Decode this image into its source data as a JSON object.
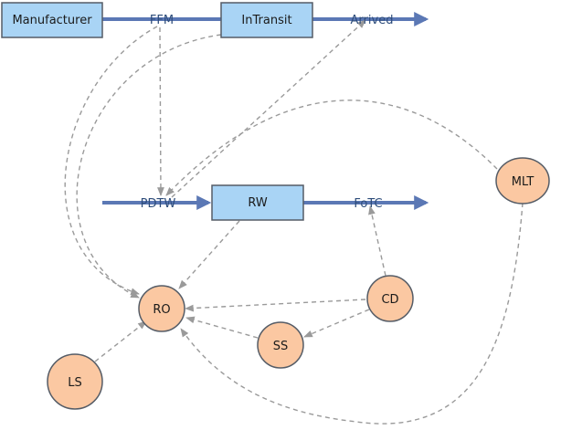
{
  "stocks": [
    {
      "id": "manufacturer",
      "label": "Manufacturer"
    },
    {
      "id": "intransit",
      "label": "InTransit"
    },
    {
      "id": "rw",
      "label": "RW"
    }
  ],
  "flows": [
    {
      "id": "ffm",
      "label": "FFM"
    },
    {
      "id": "arrived",
      "label": "Arrived"
    },
    {
      "id": "pdtw",
      "label": "PDTW"
    },
    {
      "id": "fotc",
      "label": "FoTC"
    }
  ],
  "auxiliaries": [
    {
      "id": "ro",
      "label": "RO"
    },
    {
      "id": "cd",
      "label": "CD"
    },
    {
      "id": "ss",
      "label": "SS"
    },
    {
      "id": "ls",
      "label": "LS"
    },
    {
      "id": "mlt",
      "label": "MLT"
    }
  ],
  "colors": {
    "stock_fill": "#a9d4f5",
    "aux_fill": "#fbc8a2",
    "flow_pipe": "#5b78b5",
    "link_dashed": "#9a9a9a"
  }
}
